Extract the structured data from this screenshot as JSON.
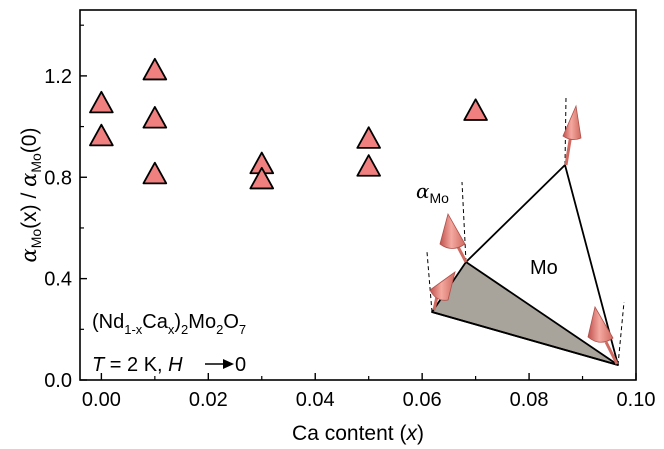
{
  "chart_data": {
    "type": "scatter",
    "xlabel": "Ca content (x)",
    "ylabel": "αMo(x) / αMo(0)",
    "xlim": [
      -0.004,
      0.1
    ],
    "ylim": [
      0.0,
      1.46
    ],
    "x_ticks": [
      "0.00",
      "0.02",
      "0.04",
      "0.06",
      "0.08",
      "0.10"
    ],
    "x_tick_values": [
      0.0,
      0.02,
      0.04,
      0.06,
      0.08,
      0.1
    ],
    "y_ticks": [
      "0.0",
      "0.4",
      "0.8",
      "1.2"
    ],
    "y_tick_values": [
      0.0,
      0.4,
      0.8,
      1.2
    ],
    "marker": "triangle-up",
    "marker_color": "#f08080",
    "grid": false,
    "series": [
      {
        "points": [
          {
            "x": 0.0,
            "y": 1.09
          },
          {
            "x": 0.0,
            "y": 0.96
          },
          {
            "x": 0.01,
            "y": 1.22
          },
          {
            "x": 0.01,
            "y": 1.03
          },
          {
            "x": 0.01,
            "y": 0.81
          },
          {
            "x": 0.03,
            "y": 0.85
          },
          {
            "x": 0.03,
            "y": 0.79
          },
          {
            "x": 0.05,
            "y": 0.95
          },
          {
            "x": 0.05,
            "y": 0.84
          },
          {
            "x": 0.07,
            "y": 1.06
          }
        ]
      }
    ],
    "annotations": {
      "formula_prefix": "(Nd",
      "formula_sub1": "1-x",
      "formula_mid": "Ca",
      "formula_sub2": "x",
      "formula_mid2": ")",
      "formula_sub3": "2",
      "formula_mid3": "Mo",
      "formula_sub4": "2",
      "formula_mid4": "O",
      "formula_sub5": "7",
      "cond_T": "T",
      "cond_T_val": " = 2 K, ",
      "cond_H": "H",
      "cond_H_val": "0",
      "alpha_symbol": "α",
      "alpha_sub": "Mo",
      "mo_label": "Mo"
    }
  }
}
